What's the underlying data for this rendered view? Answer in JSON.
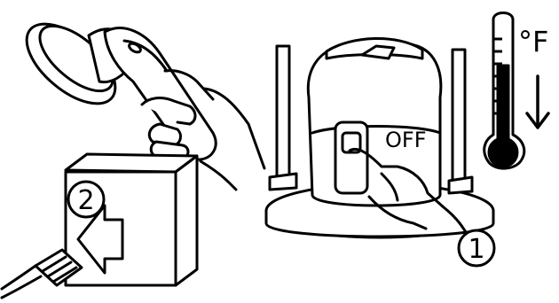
{
  "labels": {
    "off": "OFF",
    "degree_f": "°F",
    "step_1": "1",
    "step_2": "2"
  },
  "colors": {
    "line": "#000000",
    "background": "#ffffff",
    "thermometer_fill": "#000000"
  },
  "icons": {
    "thermometer": "thermometer-icon",
    "down_arrow": "down-arrow-icon",
    "unplug_arrow": "left-arrow-icon"
  }
}
